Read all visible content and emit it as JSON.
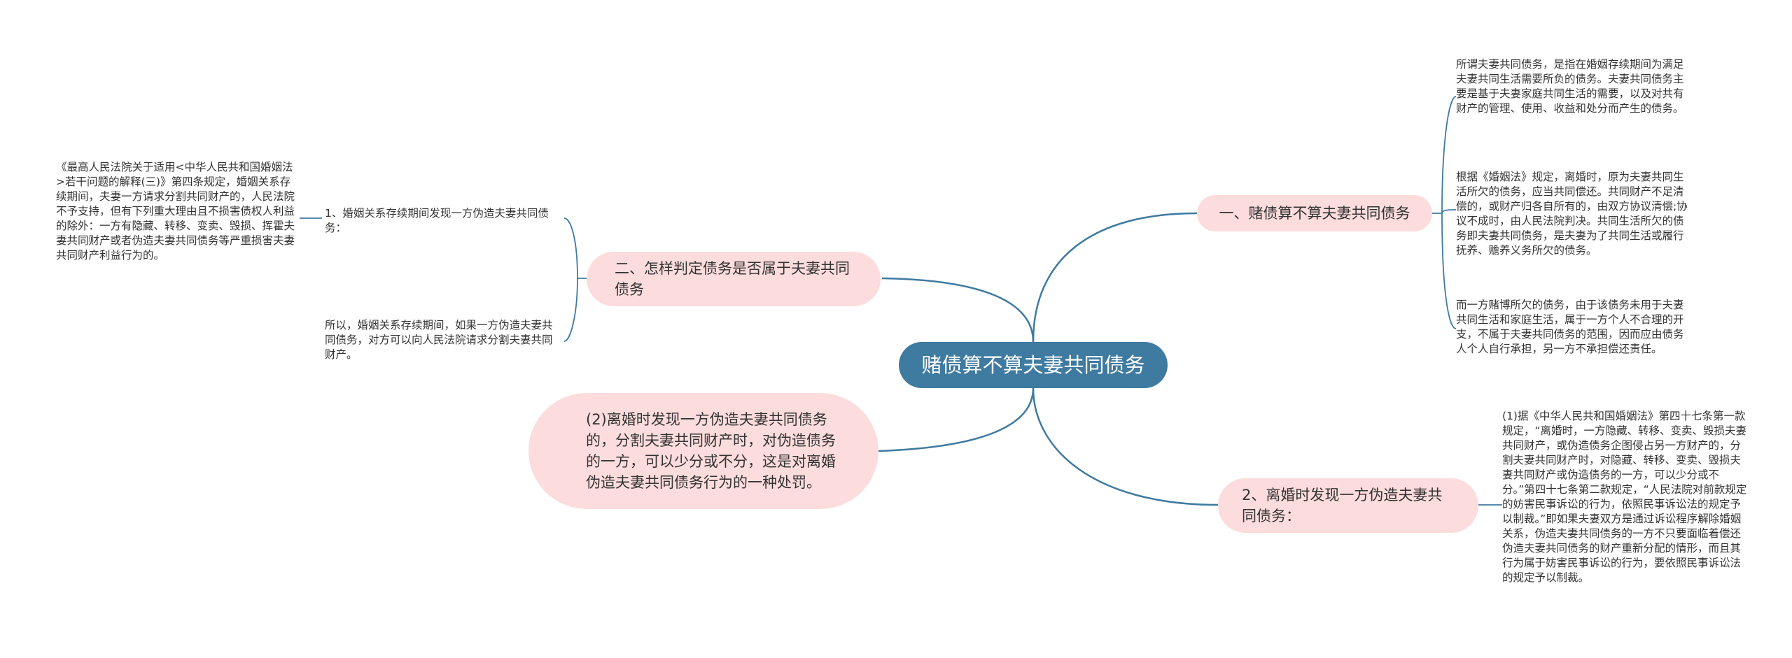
{
  "root": {
    "label": "赌债算不算夫妻共同债务"
  },
  "branches": {
    "b1": {
      "label": "一、赌债算不算夫妻共同债务",
      "leaves": [
        "所谓夫妻共同债务，是指在婚姻存续期间为满足夫妻共同生活需要所负的债务。夫妻共同债务主要是基于夫妻家庭共同生活的需要，以及对共有财产的管理、使用、收益和处分而产生的债务。",
        "根据《婚姻法》规定，离婚时，原为夫妻共同生活所欠的债务，应当共同偿还。共同财产不足清偿的，或财产归各自所有的，由双方协议清偿;协议不成时，由人民法院判决。共同生活所欠的债务即夫妻共同债务，是夫妻为了共同生活或履行抚养、赡养义务所欠的债务。",
        "而一方赌博所欠的债务，由于该债务未用于夫妻共同生活和家庭生活，属于一方个人不合理的开支，不属于夫妻共同债务的范围，因而应由债务人个人自行承担，另一方不承担偿还责任。"
      ]
    },
    "b2": {
      "label": "二、怎样判定债务是否属于夫妻共同债务",
      "subs": {
        "s1": {
          "label": "1、婚姻关系存续期间发现一方伪造夫妻共同债务：",
          "detail": "《最高人民法院关于适用<中华人民共和国婚姻法>若干问题的解释(三)》第四条规定，婚姻关系存续期间，夫妻一方请求分割共同财产的，人民法院不予支持，但有下列重大理由且不损害债权人利益的除外：一方有隐藏、转移、变卖、毁损、挥霍夫妻共同财产或者伪造夫妻共同债务等严重损害夫妻共同财产利益行为的。"
        },
        "s2": {
          "label": "所以，婚姻关系存续期间，如果一方伪造夫妻共同债务，对方可以向人民法院请求分割夫妻共同财产。"
        }
      }
    },
    "b3": {
      "label": "2、离婚时发现一方伪造夫妻共同债务：",
      "leaf": "(1)据《中华人民共和国婚姻法》第四十七条第一款规定，“离婚时，一方隐藏、转移、变卖、毁损夫妻共同财产，或伪造债务企图侵占另一方财产的，分割夫妻共同财产时，对隐藏、转移、变卖、毁损夫妻共同财产或伪造债务的一方，可以少分或不分。”第四十七条第二款规定，“人民法院对前款规定的妨害民事诉讼的行为，依照民事诉讼法的规定予以制裁。”即如果夫妻双方是通过诉讼程序解除婚姻关系，伪造夫妻共同债务的一方不只要面临着偿还伪造夫妻共同债务的财产重新分配的情形，而且其行为属于妨害民事诉讼的行为，要依照民事诉讼法的规定予以制裁。"
    },
    "b4": {
      "label": "(2)离婚时发现一方伪造夫妻共同债务的，分割夫妻共同财产时，对伪造债务的一方，可以少分或不分，这是对离婚伪造夫妻共同债务行为的一种处罚。"
    }
  },
  "colors": {
    "root": "#3f7aa0",
    "branch": "#fcdcdc",
    "line": "#3f7aa0",
    "text": "#333333"
  }
}
